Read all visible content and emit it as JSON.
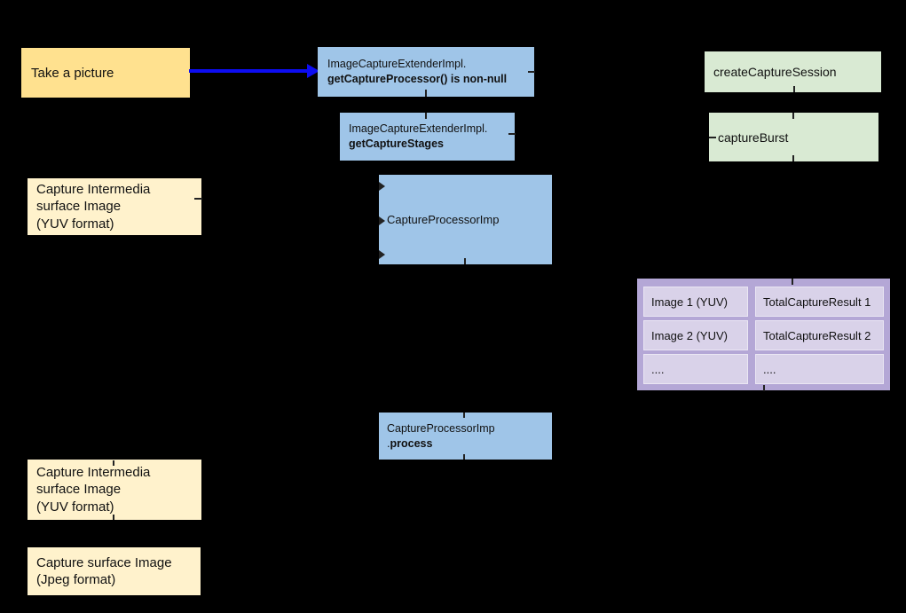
{
  "colors": {
    "yellow_strong": "#FFE18F",
    "yellow_pale": "#FFF2CC",
    "blue": "#9FC5E8",
    "green": "#D9EAD3",
    "purple_outer": "#B4A7D6",
    "purple_cell": "#D9D2E9",
    "arrow_blue": "#0D0DF2"
  },
  "nodes": {
    "take_picture": {
      "label": "Take a picture"
    },
    "get_capture_processor": {
      "line1": "ImageCaptureExtenderImpl.",
      "line2": "getCaptureProcessor() is non-null"
    },
    "get_capture_stages": {
      "line1": "ImageCaptureExtenderImpl.",
      "line2": "getCaptureStages"
    },
    "create_capture_session": {
      "label": "createCaptureSession"
    },
    "capture_burst": {
      "label": "captureBurst"
    },
    "capture_intermedia_1": {
      "line1": "Capture Intermedia",
      "line2": "surface Image",
      "line3": "(YUV format)"
    },
    "capture_processor_imp": {
      "label": "CaptureProcessorImp"
    },
    "capture_processor_process": {
      "line1": "CaptureProcessorImp",
      "line2_dot": ".",
      "line2_bold": "process"
    },
    "capture_intermedia_2": {
      "line1": "Capture Intermedia",
      "line2": "surface Image",
      "line3": "(YUV format)"
    },
    "capture_surface_jpeg": {
      "line1": "Capture surface Image",
      "line2": "(Jpeg format)"
    }
  },
  "burst_table": {
    "rows": [
      {
        "image": "Image 1 (YUV)",
        "result": "TotalCaptureResult 1"
      },
      {
        "image": "Image 2 (YUV)",
        "result": "TotalCaptureResult 2"
      },
      {
        "image": "....",
        "result": "...."
      }
    ]
  }
}
